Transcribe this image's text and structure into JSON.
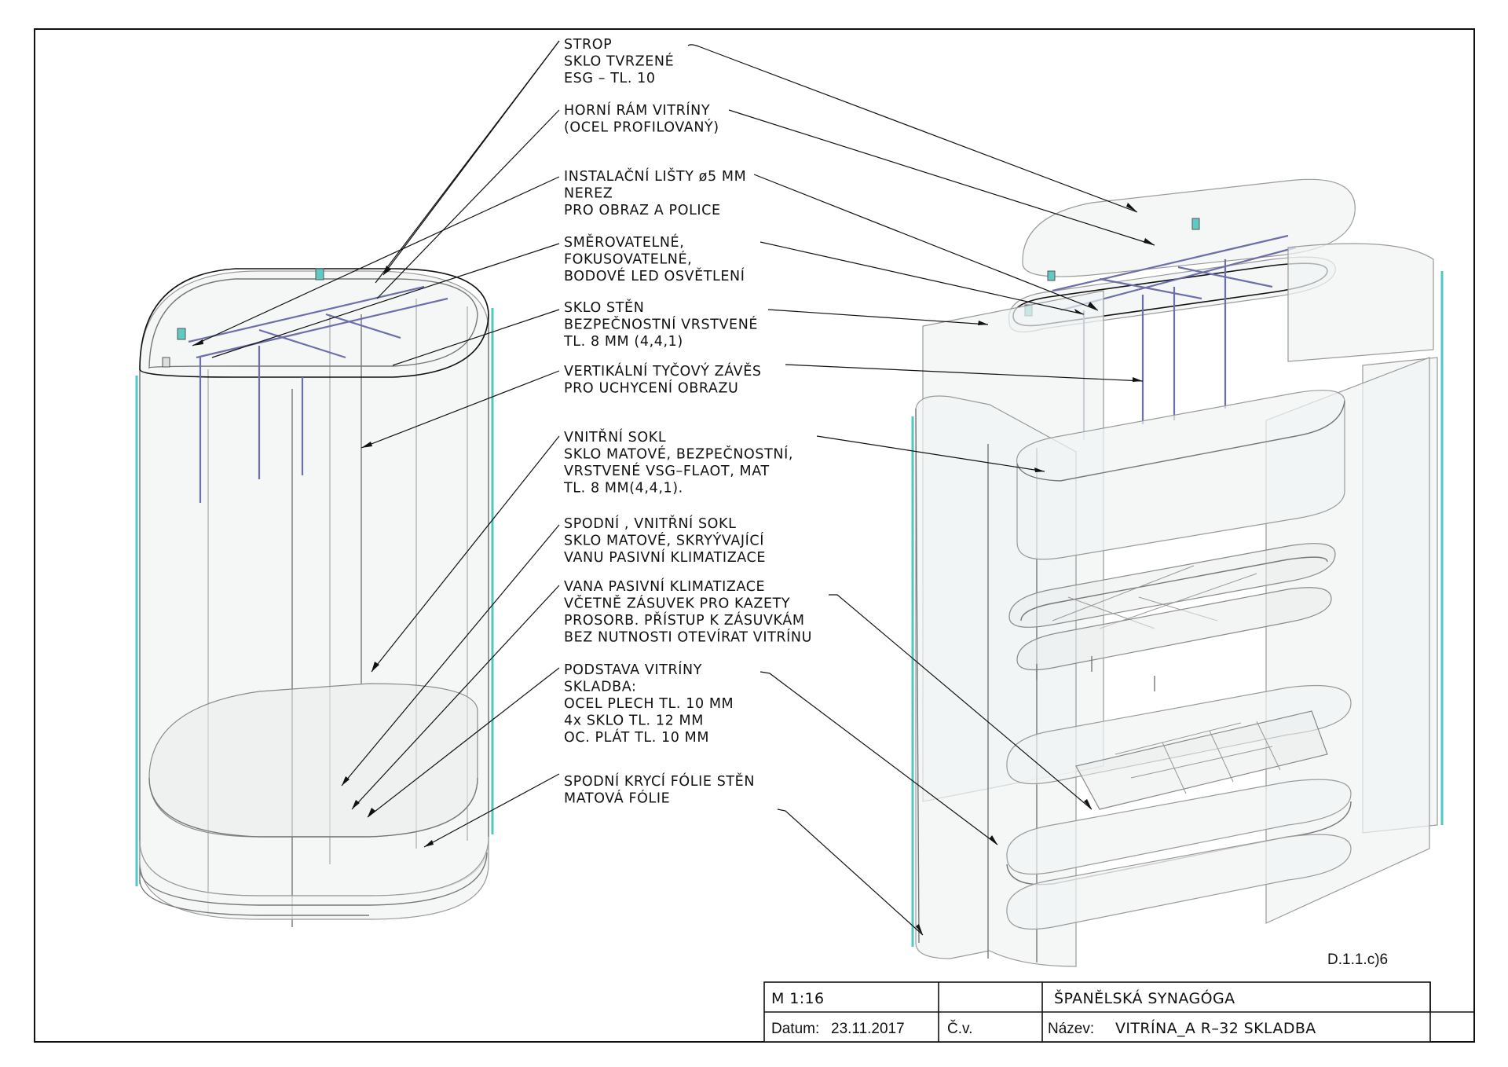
{
  "callouts": [
    {
      "id": "strop",
      "lines": [
        "STROP",
        "SKLO TVRZENÉ",
        "ESG – TL. 10"
      ]
    },
    {
      "id": "horni-ram",
      "lines": [
        "HORNÍ RÁM VITRÍNY",
        "(OCEL PROFILOVANÝ)"
      ]
    },
    {
      "id": "instalacni-listy",
      "lines": [
        "INSTALAČNÍ LIŠTY ø5 MM",
        "NEREZ",
        "PRO OBRAZ A POLICE"
      ]
    },
    {
      "id": "led",
      "lines": [
        "SMĚROVATELNÉ,",
        "FOKUSOVATELNÉ,",
        "BODOVÉ LED OSVĚTLENÍ"
      ]
    },
    {
      "id": "sklo-sten",
      "lines": [
        "SKLO STĚN",
        "BEZPEČNOSTNÍ VRSTVENÉ",
        "TL. 8 MM (4,4,1)"
      ]
    },
    {
      "id": "zaves",
      "lines": [
        "VERTIKÁLNÍ TYČOVÝ ZÁVĚS",
        "PRO UCHYCENÍ OBRAZU"
      ]
    },
    {
      "id": "vnitrni-sokl",
      "lines": [
        "VNITŘNÍ SOKL",
        "SKLO MATOVÉ, BEZPEČNOSTNÍ,",
        "VRSTVENÉ VSG–FLAOT, MAT",
        "TL. 8 MM(4,4,1)."
      ]
    },
    {
      "id": "spodni-sokl",
      "lines": [
        "SPODNÍ , VNITŘNÍ SOKL",
        "SKLO MATOVÉ, SKRYÝVAJÍCÍ",
        "VANU PASIVNÍ KLIMATIZACE"
      ]
    },
    {
      "id": "vana",
      "lines": [
        "VANA PASIVNÍ KLIMATIZACE",
        "VČETNĚ ZÁSUVEK PRO KAZETY",
        "PROSORB. PŘÍSTUP K ZÁSUVKÁM",
        "BEZ NUTNOSTI OTEVÍRAT VITRÍNU"
      ]
    },
    {
      "id": "podstava",
      "lines": [
        "PODSTAVA VITRÍNY",
        "SKLADBA:",
        "OCEL PLECH TL. 10 MM",
        "4x SKLO TL. 12 MM",
        "OC. PLÁT TL. 10 MM"
      ]
    },
    {
      "id": "folie",
      "lines": [
        "SPODNÍ KRYCÍ FÓLIE STĚN",
        "MATOVÁ FÓLIE"
      ]
    }
  ],
  "sheet_code": "D.1.1.c)6",
  "title_block": {
    "scale": "M 1:16",
    "date_label": "Datum:",
    "date_value": "23.11.2017",
    "cv_label": "Č.v.",
    "project": "ŠPANĚLSKÁ SYNAGÓGA",
    "name_label": "Název:",
    "name_value": "VITRÍNA_A R–32 SKLADBA"
  },
  "colors": {
    "glass_edge": "#4fc7c4",
    "rods": "#6d6faa",
    "lines": "#111111"
  }
}
